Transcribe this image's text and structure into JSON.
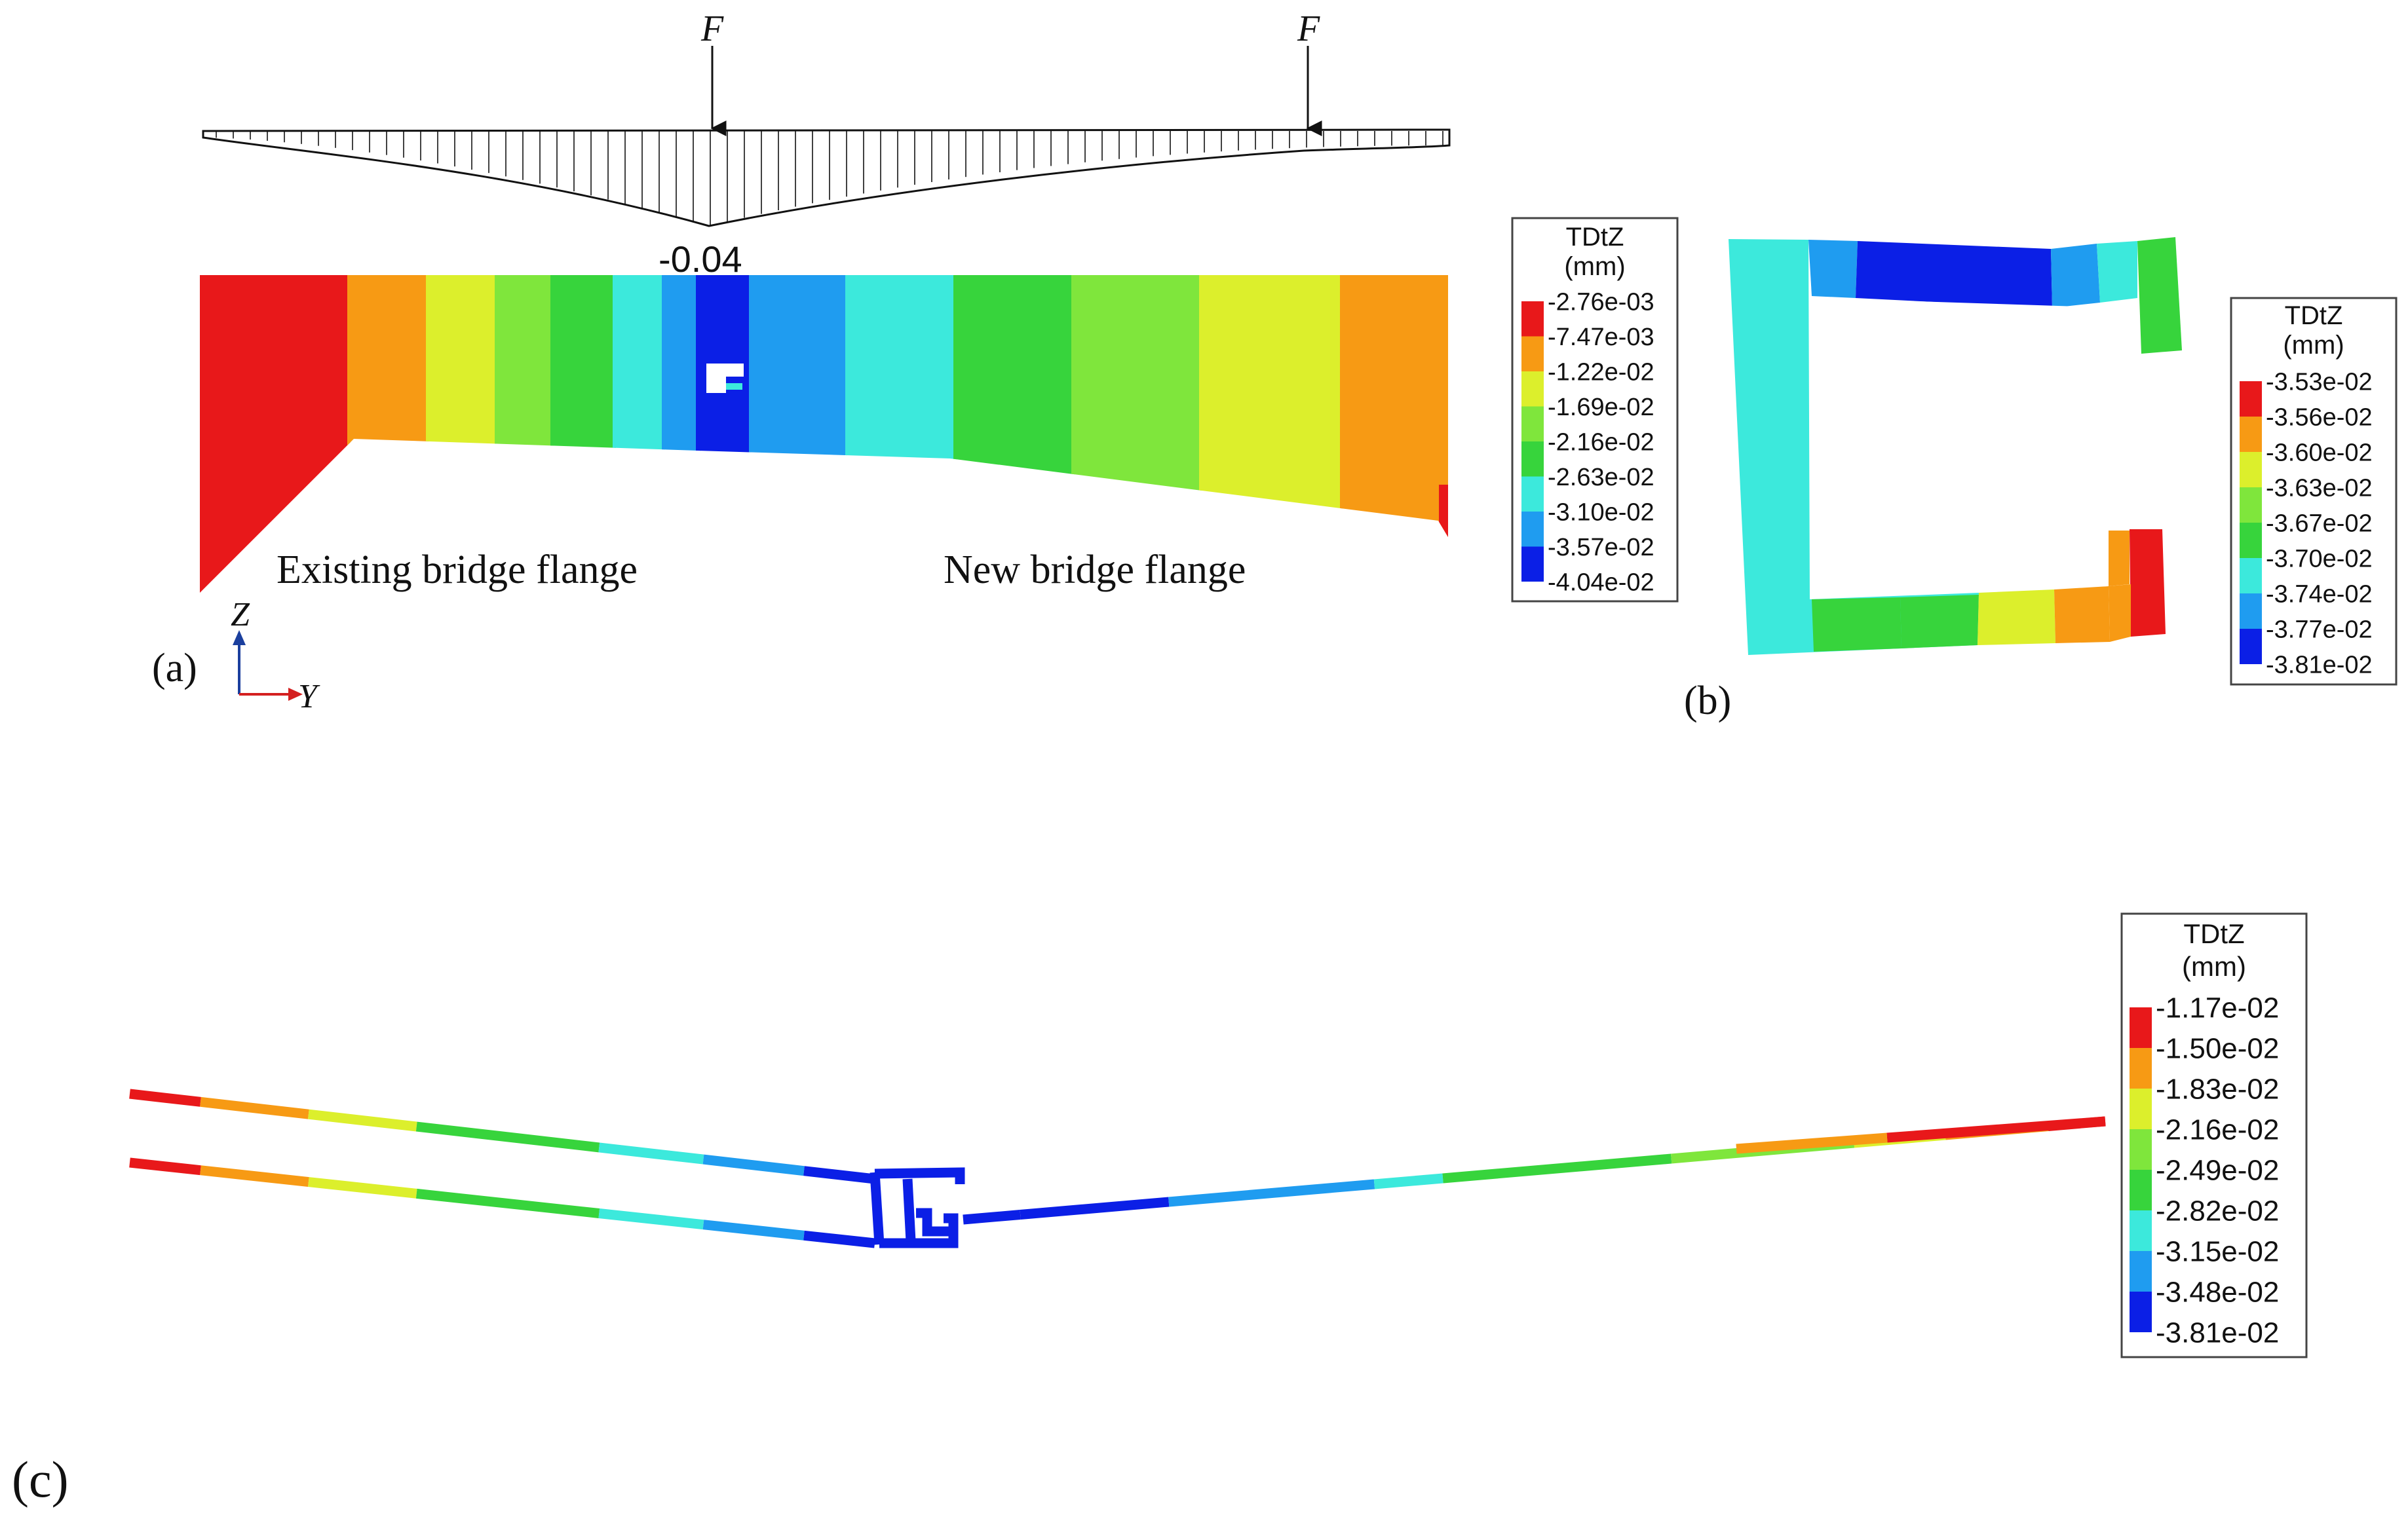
{
  "panel_a": {
    "label": "(a)",
    "force_symbol": "F",
    "peak_value": "-0.04",
    "left_text": "Existing bridge flange",
    "right_text": "New bridge flange",
    "axis_z": "Z",
    "axis_y": "Y"
  },
  "panel_b": {
    "label": "(b)"
  },
  "panel_c": {
    "label": "(c)"
  },
  "legend_a": {
    "title": "TDtZ",
    "unit": "(mm)",
    "values": [
      "-2.76e-03",
      "-7.47e-03",
      "-1.22e-02",
      "-1.69e-02",
      "-2.16e-02",
      "-2.63e-02",
      "-3.10e-02",
      "-3.57e-02",
      "-4.04e-02"
    ]
  },
  "legend_b": {
    "title": "TDtZ",
    "unit": "(mm)",
    "values": [
      "-3.53e-02",
      "-3.56e-02",
      "-3.60e-02",
      "-3.63e-02",
      "-3.67e-02",
      "-3.70e-02",
      "-3.74e-02",
      "-3.77e-02",
      "-3.81e-02"
    ]
  },
  "legend_c": {
    "title": "TDtZ",
    "unit": "(mm)",
    "values": [
      "-1.17e-02",
      "-1.50e-02",
      "-1.83e-02",
      "-2.16e-02",
      "-2.49e-02",
      "-2.82e-02",
      "-3.15e-02",
      "-3.48e-02",
      "-3.81e-02"
    ]
  },
  "colors": {
    "scale": [
      "#e8181a",
      "#f79a14",
      "#dcef2c",
      "#7fe63c",
      "#37d43c",
      "#3ce9dc",
      "#1f9cf0",
      "#0b1fe6"
    ]
  }
}
